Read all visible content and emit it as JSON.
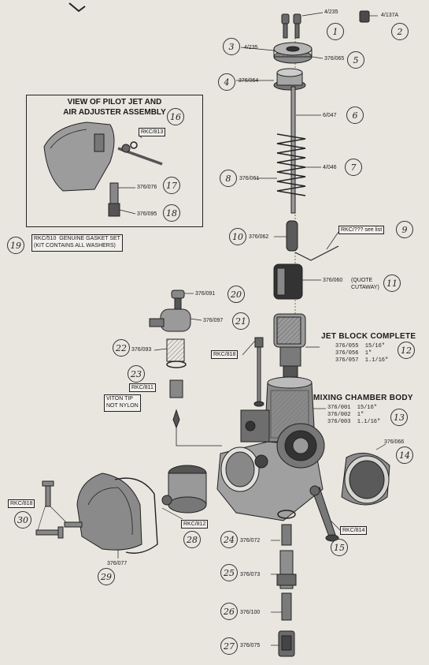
{
  "labels": {
    "p1_code": "4/235",
    "p2_code": "4/137A",
    "p3_code": "4/235",
    "p5_code": "376/065",
    "p4_code": "376/064",
    "p6_code": "6/047",
    "p7_code": "4/046",
    "p8_code": "376/061",
    "p9_code": "RKC/??? see list",
    "p10_code": "376/062",
    "p11_code": "376/060",
    "p11_note": "(QUOTE\nCUTAWAY)",
    "p20_code": "376/091",
    "p21_code": "376/097",
    "p22_code": "376/093",
    "p23_code": "RKC/811",
    "viton_note": "VITON TIP\nNOT NYLON",
    "rkc818_upper": "RKC/818",
    "p30_code": "RKC/818",
    "p16_code": "RKC/813",
    "p17_code": "376/076",
    "p18_code": "376/095",
    "p19_text": "RKC/510  GENUINE GASKET SET\n(KIT CONTAINS ALL WASHERS)",
    "p24_code": "376/072",
    "p25_code": "376/073",
    "p26_code": "376/100",
    "p27_code": "376/075",
    "p28_code": "RKC/812",
    "p29_code": "376/077",
    "p15_code": "RKC/814",
    "p14_code": "376/066"
  },
  "numbers": {
    "n1": "1",
    "n2": "2",
    "n3": "3",
    "n4": "4",
    "n5": "5",
    "n6": "6",
    "n7": "7",
    "n8": "8",
    "n9": "9",
    "n10": "10",
    "n11": "11",
    "n12": "12",
    "n13": "13",
    "n14": "14",
    "n15": "15",
    "n16": "16",
    "n17": "17",
    "n18": "18",
    "n19": "19",
    "n20": "20",
    "n21": "21",
    "n22": "22",
    "n23": "23",
    "n24": "24",
    "n25": "25",
    "n26": "26",
    "n27": "27",
    "n28": "28",
    "n29": "29",
    "n30": "30"
  },
  "inset": {
    "title": "VIEW OF PILOT JET AND\nAIR ADJUSTER ASSEMBLY"
  },
  "jet_block": {
    "title": "JET BLOCK COMPLETE",
    "specs": "376/055  15/16\"\n376/056  1\"\n376/057  1.1/16\""
  },
  "mixing_chamber": {
    "title": "MIXING CHAMBER BODY",
    "specs": "376/001  15/16\"\n376/002  1\"\n376/003  1.1/16\""
  }
}
